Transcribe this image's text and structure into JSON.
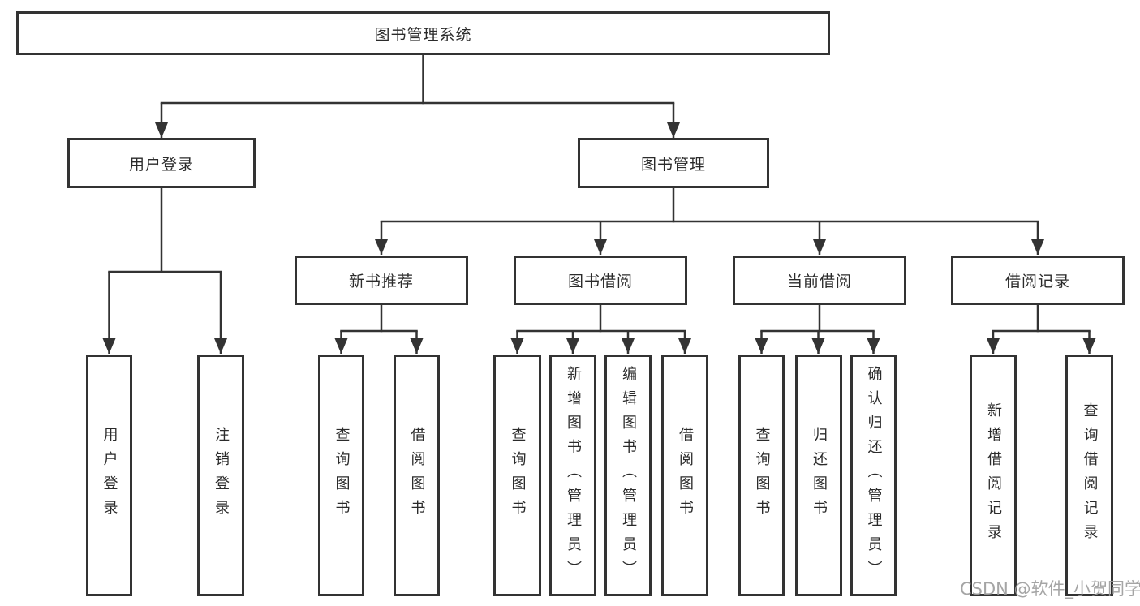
{
  "diagram": {
    "root": {
      "label": "图书管理系统"
    },
    "branches": [
      {
        "label": "用户登录",
        "children": [
          {
            "label": "用户登录"
          },
          {
            "label": "注销登录"
          }
        ]
      },
      {
        "label": "图书管理",
        "children": [
          {
            "label": "新书推荐",
            "children": [
              {
                "label": "查询图书"
              },
              {
                "label": "借阅图书"
              }
            ]
          },
          {
            "label": "图书借阅",
            "children": [
              {
                "label": "查询图书"
              },
              {
                "label": "新增图书（管理员）"
              },
              {
                "label": "编辑图书（管理员）"
              },
              {
                "label": "借阅图书"
              }
            ]
          },
          {
            "label": "当前借阅",
            "children": [
              {
                "label": "查询图书"
              },
              {
                "label": "归还图书"
              },
              {
                "label": "确认归还（管理员）"
              }
            ]
          },
          {
            "label": "借阅记录",
            "children": [
              {
                "label": "新增借阅记录"
              },
              {
                "label": "查询借阅记录"
              }
            ]
          }
        ]
      }
    ]
  },
  "watermark": {
    "text": "CSDN @软件_小贺同学"
  },
  "colors": {
    "line": "#333333",
    "box_border": "#333333",
    "text": "#2b2b2b",
    "background": "#ffffff",
    "watermark": "#9c9c9c"
  }
}
